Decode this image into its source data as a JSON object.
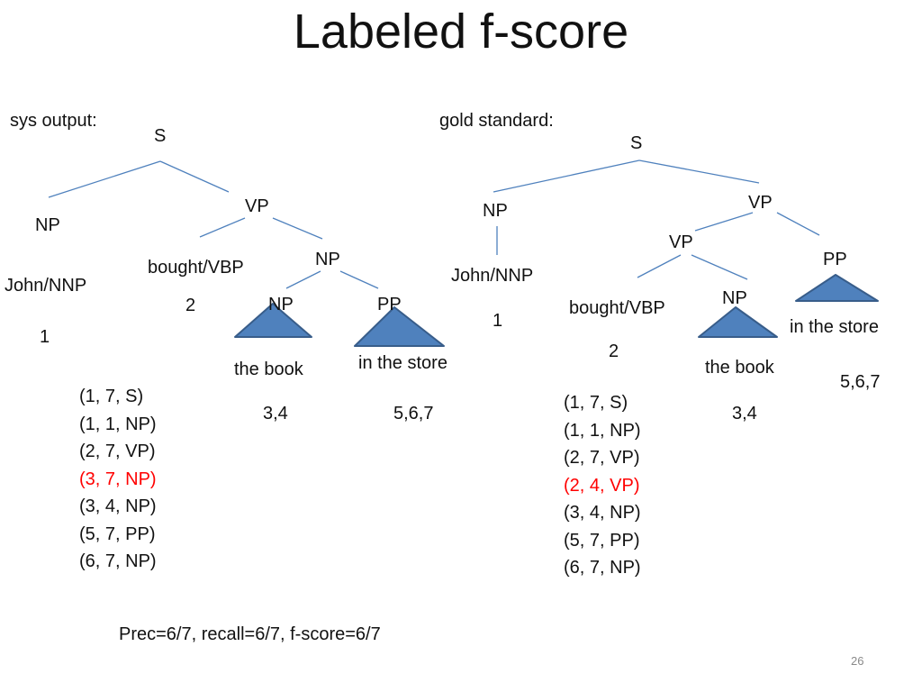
{
  "title": "Labeled f-score",
  "page_number": "26",
  "colors": {
    "edge": "#4f81bd",
    "triangle_fill": "#4f81bd",
    "triangle_stroke": "#385d8a",
    "highlight": "#ff0000"
  },
  "sys": {
    "heading": "sys output:",
    "S": "S",
    "NP1": "NP",
    "VP": "VP",
    "NP2": "NP",
    "NP3": "NP",
    "PP": "PP",
    "john": "John/NNP",
    "bought": "bought/VBP",
    "book": "the book",
    "store": "in the store",
    "idx_john": "1",
    "idx_bought": "2",
    "idx_book": "3,4",
    "idx_store": "5,6,7",
    "tuples": [
      {
        "text": "(1, 7, S)",
        "highlight": false
      },
      {
        "text": "(1, 1, NP)",
        "highlight": false
      },
      {
        "text": "(2, 7, VP)",
        "highlight": false
      },
      {
        "text": "(3, 7, NP)",
        "highlight": true
      },
      {
        "text": "(3, 4, NP)",
        "highlight": false
      },
      {
        "text": "(5, 7, PP)",
        "highlight": false
      },
      {
        "text": "(6, 7, NP)",
        "highlight": false
      }
    ]
  },
  "gold": {
    "heading": "gold standard:",
    "S": "S",
    "NP1": "NP",
    "VP1": "VP",
    "VP2": "VP",
    "NP2": "NP",
    "PP": "PP",
    "john": "John/NNP",
    "bought": "bought/VBP",
    "book": "the book",
    "store": "in the store",
    "idx_john": "1",
    "idx_bought": "2",
    "idx_book": "3,4",
    "idx_store": "5,6,7",
    "tuples": [
      {
        "text": "(1, 7, S)",
        "highlight": false
      },
      {
        "text": "(1, 1, NP)",
        "highlight": false
      },
      {
        "text": "(2, 7, VP)",
        "highlight": false
      },
      {
        "text": "(2, 4, VP)",
        "highlight": true
      },
      {
        "text": "(3, 4, NP)",
        "highlight": false
      },
      {
        "text": "(5, 7, PP)",
        "highlight": false
      },
      {
        "text": "(6, 7, NP)",
        "highlight": false
      }
    ]
  },
  "scores": "Prec=6/7,  recall=6/7,   f-score=6/7"
}
